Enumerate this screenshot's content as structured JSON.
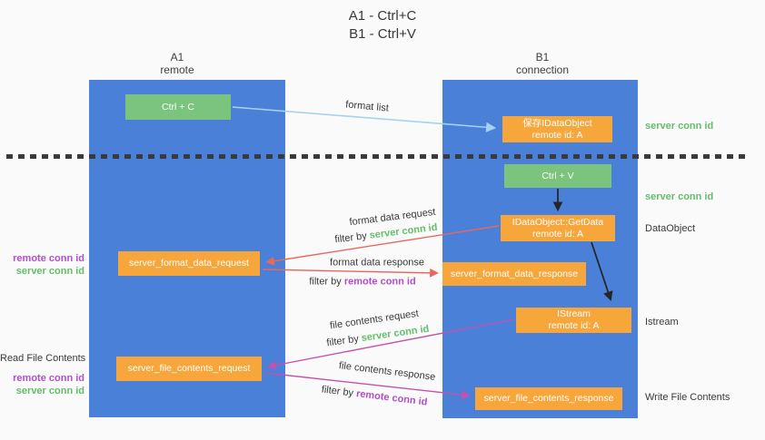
{
  "title": {
    "line1": "A1 - Ctrl+C",
    "line2": "B1 - Ctrl+V"
  },
  "lanes": {
    "left": {
      "title": "A1",
      "subtitle": "remote"
    },
    "right": {
      "title": "B1",
      "subtitle": "connection"
    }
  },
  "nodes": {
    "ctrl_c": {
      "label": "Ctrl + C"
    },
    "ctrl_v": {
      "label": "Ctrl + V"
    },
    "save_idataobject": {
      "line1": "保存IDataObject",
      "line2": "remote id: A"
    },
    "getdata": {
      "line1": "IDataObject::GetData",
      "line2": "remote id: A"
    },
    "istream": {
      "line1": "IStream",
      "line2": "remote id: A"
    },
    "format_request": {
      "label": "server_format_data_request"
    },
    "format_response": {
      "label": "server_format_data_response"
    },
    "file_request": {
      "label": "server_file_contents_request"
    },
    "file_response": {
      "label": "server_file_contents_response"
    }
  },
  "flow_labels": {
    "format_list": "format list",
    "format_data_request": "format data request",
    "format_data_response": "format data response",
    "file_contents_request": "file contents request",
    "file_contents_response": "file contents response",
    "filter_by": "filter by",
    "server_conn_id": "server conn id",
    "remote_conn_id": "remote conn id"
  },
  "side_labels": {
    "left": {
      "remote_conn_id_top": "remote conn id",
      "server_conn_id_top": "server conn id",
      "read_file_contents": "Read File Contents",
      "remote_conn_id_bottom": "remote conn id",
      "server_conn_id_bottom": "server conn id"
    },
    "right": {
      "server_conn_id_top": "server conn id",
      "server_conn_id_mid": "server conn id",
      "dataobject": "DataObject",
      "istream": "Istream",
      "write_file_contents": "Write File Contents"
    }
  },
  "colors": {
    "background": "#fafafa",
    "lane_blue": "#4a80d8",
    "box_orange": "#f7a63b",
    "box_green": "#7bc47e",
    "server_conn_green": "#63bd6b",
    "remote_conn_purple": "#b04fc9",
    "arrow_blue": "#a5d2f0",
    "arrow_salmon": "#e9685c",
    "arrow_magenta": "#c551ab",
    "arrow_black": "#262626",
    "text_dark": "#3a3a3a"
  }
}
